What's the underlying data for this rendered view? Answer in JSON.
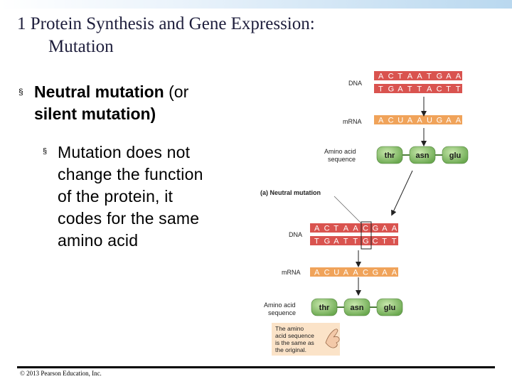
{
  "slide": {
    "title_line1": "1 Protein Synthesis and Gene Expression:",
    "title_line2": "Mutation",
    "bullet1_marker": "§",
    "bullet1_bold": "Neutral mutation",
    "bullet1_rest": " (or",
    "bullet1_line2": "silent mutation)",
    "bullet2_marker": "§",
    "bullet2_lines": [
      "Mutation does not",
      "change the function",
      "of the protein, it",
      "codes for the same",
      "amino acid"
    ],
    "copyright": "© 2013 Pearson Education, Inc."
  },
  "figure": {
    "top": {
      "dna_label": "DNA",
      "mrna_label": "mRNA",
      "aa_label_line1": "Amino acid",
      "aa_label_line2": "sequence",
      "dna_top": [
        "A",
        "C",
        "T",
        "A",
        "A",
        "T",
        "G",
        "A",
        "A"
      ],
      "dna_bottom": [
        "T",
        "G",
        "A",
        "T",
        "T",
        "A",
        "C",
        "T",
        "T"
      ],
      "mrna": [
        "A",
        "C",
        "U",
        "A",
        "A",
        "U",
        "G",
        "A",
        "A"
      ],
      "amino_acids": [
        "thr",
        "asn",
        "glu"
      ]
    },
    "panel_label": "(a) Neutral mutation",
    "bottom": {
      "dna_label": "DNA",
      "mrna_label": "mRNA",
      "aa_label_line1": "Amino acid",
      "aa_label_line2": "sequence",
      "dna_top": [
        "A",
        "C",
        "T",
        "A",
        "A",
        "C",
        "G",
        "A",
        "A"
      ],
      "dna_bottom": [
        "T",
        "G",
        "A",
        "T",
        "T",
        "G",
        "C",
        "T",
        "T"
      ],
      "mrna": [
        "A",
        "C",
        "U",
        "A",
        "A",
        "C",
        "G",
        "A",
        "A"
      ],
      "amino_acids": [
        "thr",
        "asn",
        "glu"
      ],
      "mutated_index": 5
    },
    "note_lines": [
      "The amino",
      "acid sequence",
      "is the same as",
      "the original."
    ],
    "colors": {
      "dna_strand": "#d9534f",
      "mrna_strand": "#f0a35a",
      "amino_acid": "#8cc36a",
      "note_bg": "#fbe3c8"
    }
  }
}
